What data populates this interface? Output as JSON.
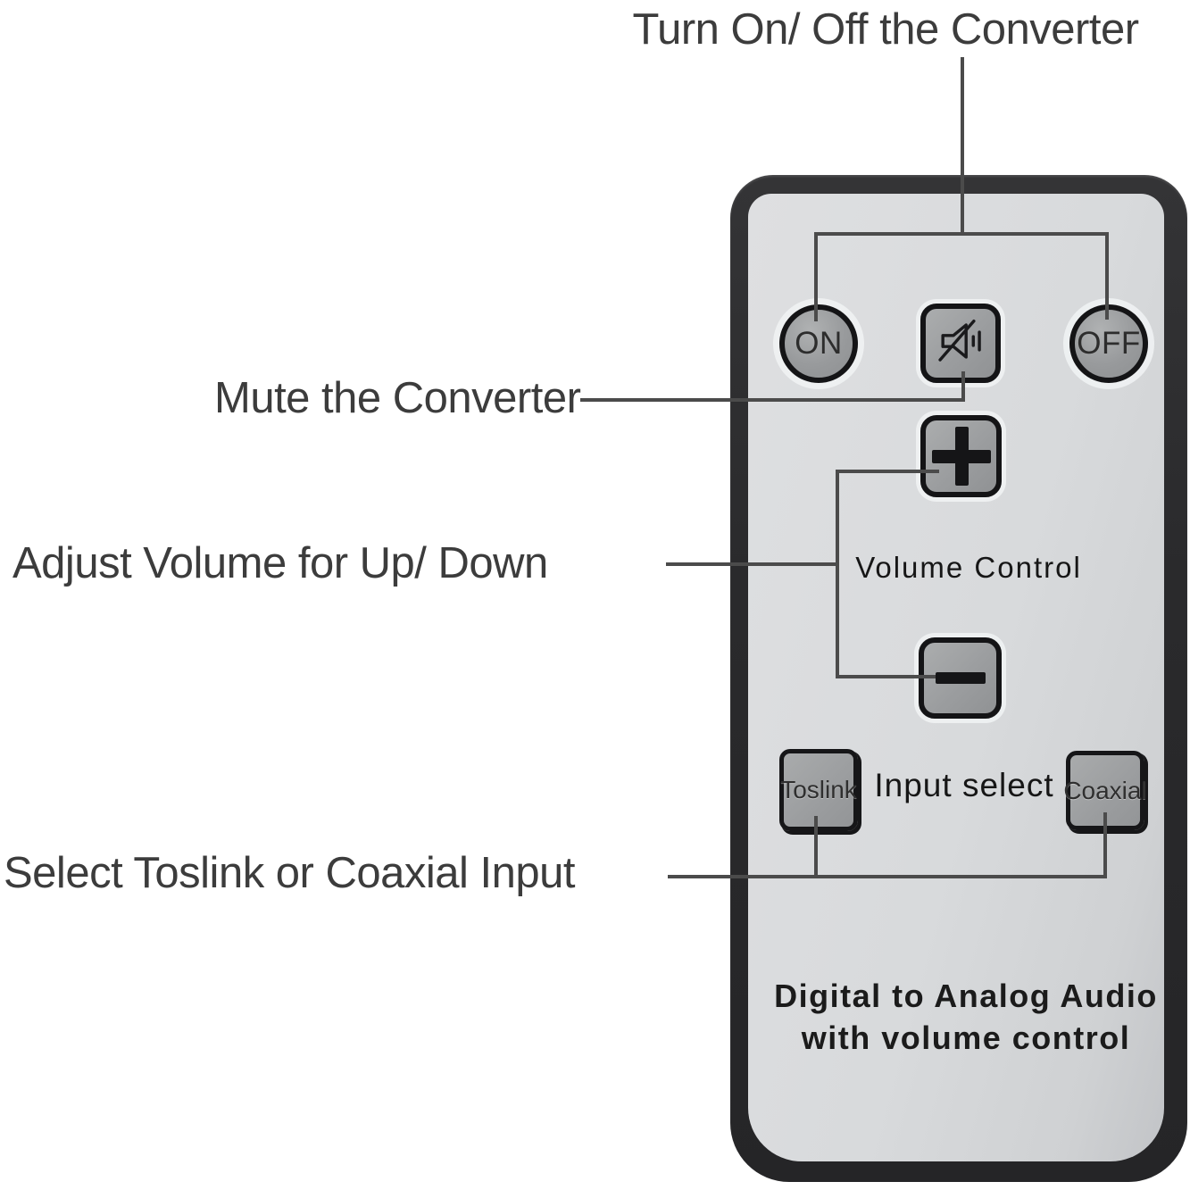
{
  "callouts": {
    "power": "Turn On/ Off the Converter",
    "mute": "Mute the Converter",
    "volume": "Adjust Volume for Up/ Down",
    "input": "Select Toslink or Coaxial Input"
  },
  "remote": {
    "buttons": {
      "on": "ON",
      "off": "OFF",
      "volume_up": "+",
      "volume_down": "−",
      "toslink": "Toslink",
      "coaxial": "Coaxial"
    },
    "icons": {
      "mute": "muted-speaker-icon",
      "volume_up": "plus-icon",
      "volume_down": "minus-icon"
    },
    "texts": {
      "volume_control": "Volume Control",
      "input_select": "Input select",
      "brand_line1": "Digital to Analog Audio",
      "brand_line2": "with volume control"
    }
  },
  "colors": {
    "body": "#2b2b2d",
    "face": "#d7d9db",
    "button_gray": "#9da0a2",
    "callout_line": "#4b4b4b",
    "label_text": "#3c3c3c"
  }
}
